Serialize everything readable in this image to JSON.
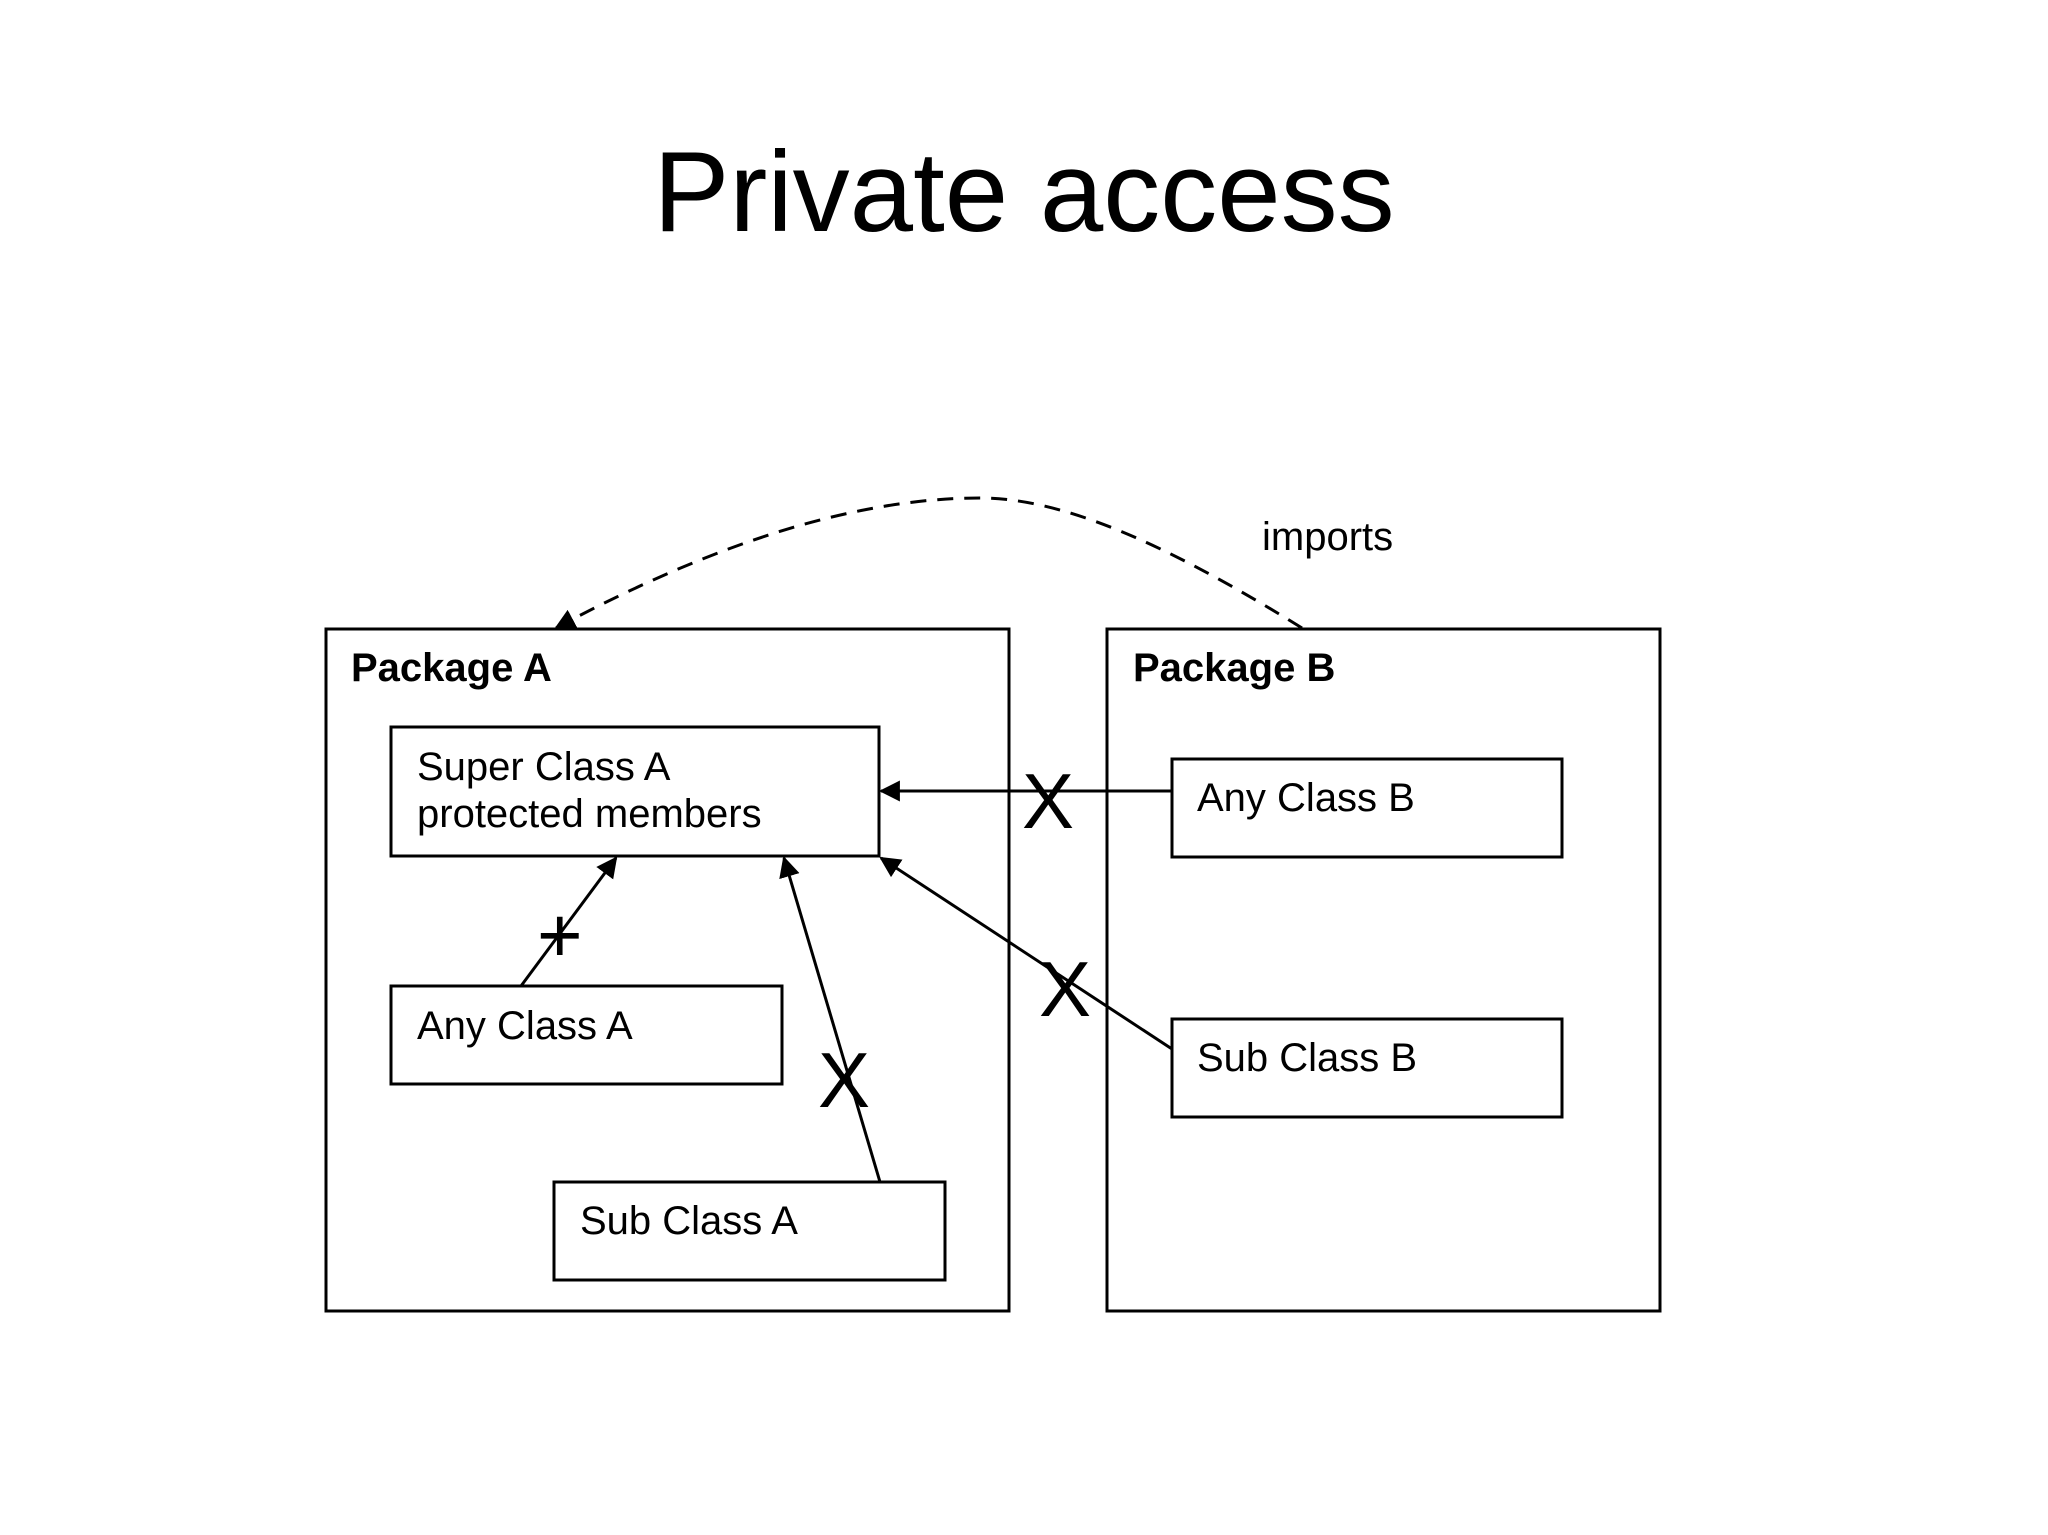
{
  "slide": {
    "title": "Private access"
  },
  "diagram": {
    "imports_label": "imports",
    "package_a": {
      "label": "Package A",
      "super_class": {
        "line1": "Super Class A",
        "line2": "protected members"
      },
      "any_class": "Any Class A",
      "sub_class": "Sub Class A"
    },
    "package_b": {
      "label": "Package B",
      "any_class": "Any Class B",
      "sub_class": "Sub Class B"
    },
    "marks": {
      "allowed": "+",
      "denied": "X"
    }
  }
}
